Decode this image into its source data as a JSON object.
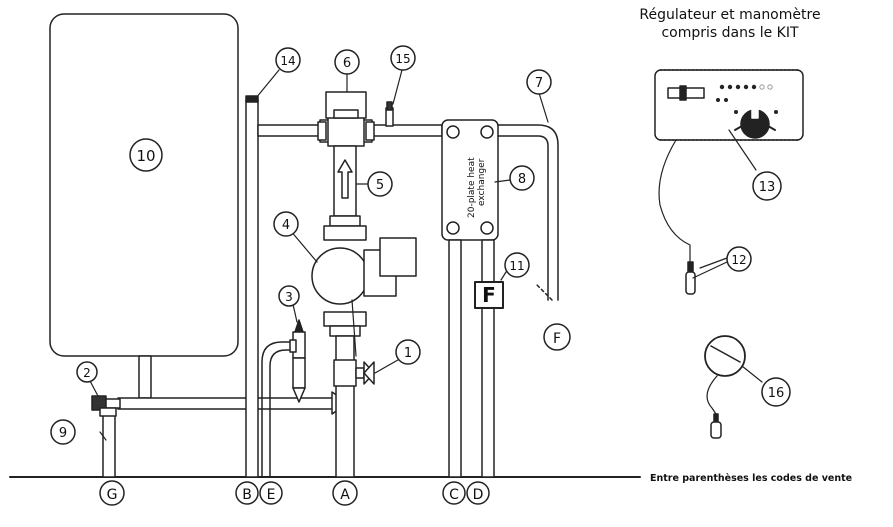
{
  "kit_title_line1": "Régulateur et manomètre",
  "kit_title_line2": "compris dans le KIT",
  "footer_note": "Entre parenthèses les codes de vente",
  "exchanger_line1": "20-plate heat",
  "exchanger_line2": "exchanger",
  "flow_meter_letter": "F",
  "callouts": {
    "c1": "1",
    "c2": "2",
    "c3": "3",
    "c4": "4",
    "c5": "5",
    "c6": "6",
    "c7": "7",
    "c8": "8",
    "c9": "9",
    "c10": "10",
    "c11": "11",
    "c12": "12",
    "c13": "13",
    "c14": "14",
    "c15": "15",
    "c16": "16"
  },
  "connections": {
    "A": "A",
    "B": "B",
    "C": "C",
    "D": "D",
    "E": "E",
    "F": "F",
    "G": "G"
  }
}
